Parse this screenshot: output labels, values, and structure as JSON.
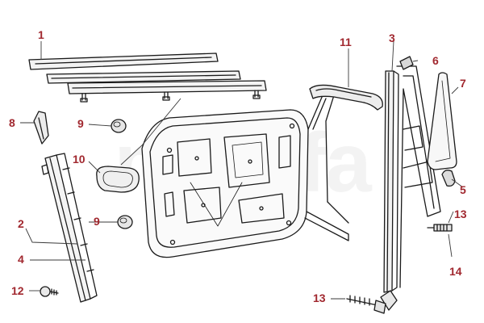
{
  "watermark": {
    "text": "myalfa",
    "color": "#b9b9b9"
  },
  "colors": {
    "callout_text": "#a1282f",
    "leader_line": "#3a3a3a",
    "part_stroke": "#1a1a1a"
  },
  "callouts": [
    {
      "id": "c1",
      "label": "1"
    },
    {
      "id": "c2",
      "label": "2"
    },
    {
      "id": "c3",
      "label": "3"
    },
    {
      "id": "c4",
      "label": "4"
    },
    {
      "id": "c5",
      "label": "5"
    },
    {
      "id": "c6",
      "label": "6"
    },
    {
      "id": "c7",
      "label": "7"
    },
    {
      "id": "c8",
      "label": "8"
    },
    {
      "id": "c9a",
      "label": "9"
    },
    {
      "id": "c9b",
      "label": "9"
    },
    {
      "id": "c10",
      "label": "10"
    },
    {
      "id": "c11",
      "label": "11"
    },
    {
      "id": "c12",
      "label": "12"
    },
    {
      "id": "c13a",
      "label": "13"
    },
    {
      "id": "c13b",
      "label": "13"
    },
    {
      "id": "c14",
      "label": "14"
    }
  ]
}
